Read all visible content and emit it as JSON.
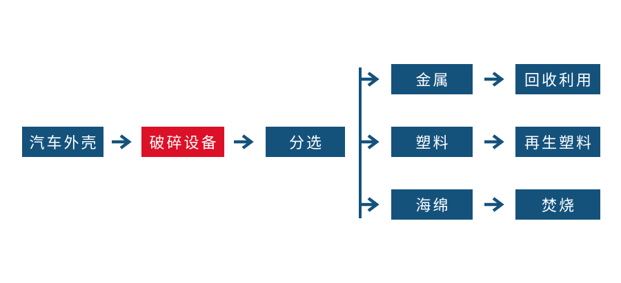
{
  "colors": {
    "background": "#FFFFFF",
    "node_blue": "#14527C",
    "node_red": "#DC1127",
    "node_text": "#FFFFFF",
    "connector_blue": "#14527C"
  },
  "icons": {
    "arrow_right": "right-arrow"
  },
  "flow": {
    "main_nodes": [
      {
        "label": "汽车外壳"
      },
      {
        "label": "破碎设备"
      },
      {
        "label": "分选"
      }
    ],
    "branches": [
      {
        "material": "金属",
        "outcome": "回收利用"
      },
      {
        "material": "塑料",
        "outcome": "再生塑料"
      },
      {
        "material": "海绵",
        "outcome": "焚烧"
      }
    ]
  }
}
